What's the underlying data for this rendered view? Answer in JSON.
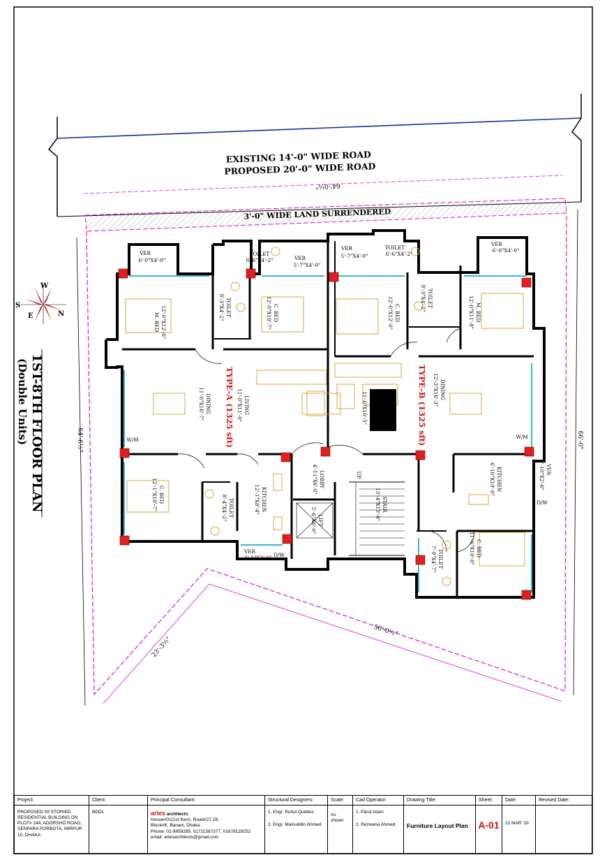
{
  "road": {
    "existing": "EXISTING 14'-0\" WIDE ROAD",
    "proposed": "PROPOSED 20'-0\" WIDE ROAD"
  },
  "site": {
    "surrender": "3'-0\" WIDE LAND SURRENDERED",
    "dim_top": "64'-0½\"",
    "dim_left": "64'-6½\"",
    "dim_right": "66'-0\"",
    "dim_bottom": "50'-0½\"",
    "dim_bottom_left": "23'-3½\""
  },
  "compass": {
    "n": "N",
    "s": "S",
    "e": "E",
    "w": "W"
  },
  "plan_title": {
    "line1": "1ST-8TH FLOOR PLAN",
    "line2": "(Double Units)"
  },
  "units": {
    "a": "TYPE-A (1325 sft)",
    "b": "TYPE-B (1325 sft)"
  },
  "rooms": {
    "ver_tl": {
      "name": "VER",
      "dim": "6'-0\"X4'-0\""
    },
    "toilet_top_a": {
      "name": "TOILET",
      "dim": "6'-6\"X4'-2\""
    },
    "ver_top_a": {
      "name": "VER",
      "dim": "5'-7\"X4'-0\""
    },
    "ver_top_b": {
      "name": "VER",
      "dim": "5'-7\"X4'-0\""
    },
    "toilet_top_b": {
      "name": "TOILET",
      "dim": "6'-6\"X4'-2\""
    },
    "ver_tr": {
      "name": "VER",
      "dim": "6'-0\"X4'-0\""
    },
    "mbed_a": {
      "name": "M. BED",
      "dim": "12'-0\"X12'-0\""
    },
    "toilet_a1": {
      "name": "TOILET",
      "dim": "8'-3\"X4'-2\""
    },
    "cbed_a1": {
      "name": "C. BED",
      "dim": "12'-0\"X10'-7\""
    },
    "cbed_b1": {
      "name": "C. BED",
      "dim": "12'-0\"X12'-0\""
    },
    "toilet_b1": {
      "name": "TOILET",
      "dim": "8'-3\"X4'-2\""
    },
    "mbed_b": {
      "name": "M. BED",
      "dim": "12'-0\"X11'-8\""
    },
    "dining_a": {
      "name": "DINING",
      "dim": "11'-0\"X16'-7\""
    },
    "living_a": {
      "name": "LIVING",
      "dim": "11'-0\"X11'-0\""
    },
    "living_b_dim": "11'-0\"X10'-5\"",
    "dining_b": {
      "name": "DINING",
      "dim": "12'-3\"X16'-3\""
    },
    "wm_a": "W/M",
    "wm_b": "W/M",
    "cbed_a2": {
      "name": "C. BED",
      "dim": "12'-1\"X10'-7\""
    },
    "toilet_a2": {
      "name": "TOILET",
      "dim": "8'-4\"X4'-2\""
    },
    "kitchen_a": {
      "name": "KITCHEN",
      "dim": "12'-1\"X8'-4\""
    },
    "lobby": {
      "name": "LOBBY",
      "dim": "4'-11\"X6'-0\""
    },
    "lift": {
      "name": "LIFT",
      "dim": "5'-6\"X6'-0\""
    },
    "stair": {
      "name": "STAIR",
      "dim": "13'-4\"X10'-0\""
    },
    "up": "UP",
    "ver_a_bottom": {
      "name": "VER",
      "dim": "6'-5\"X2'-6\""
    },
    "dw_a": "D/W",
    "kitchen_b": {
      "name": "KITCHEN",
      "dim": "6'-10\"X10'-0\""
    },
    "ver_b_right": {
      "name": "VER",
      "dim": "6'-10\"X2'-6\""
    },
    "dw_b": "D/W",
    "toilet_b2": {
      "name": "TOILET",
      "dim": "7'-9\"X4'-7\""
    },
    "cbed_b2": {
      "name": "C. BED",
      "dim": "11'-6\"X10'-0\""
    }
  },
  "title_block": {
    "project_label": "Project:",
    "project_value": "PROPOSED 09 STORIED RESIDENTIAL BUILDING ON PLOT# 244, ADORSHO ROAD, SENPARA PORBOTA, MIRPUR 10, DHAKA.",
    "client_label": "Client:",
    "client_value": "BDDL",
    "consultant_label": "Principal Consultant:",
    "consultant_brand": "aries",
    "consultant_brand_suffix": "architects",
    "consultant_address1": "House#01(1st floor), Road#27,28,",
    "consultant_address2": "Block#K, Banani, Dhaka.",
    "consultant_phone": "Phone: 02-9859289, 01711387377, 01678129252",
    "consultant_email": "email: ariesarchitects@gmail.com",
    "structural_label": "Structural Designers:",
    "structural_1": "1. Engr. Ruhul Quddus",
    "structural_2": "2. Engr. Mainuddin Ahmed",
    "scale_label": "Scale:",
    "scale_value": "As shown",
    "cad_label": "Cad Operator:",
    "cad_1": "1. Parul Islam",
    "cad_2": "2. Rezwena Ahmed",
    "drawing_label": "Drawing Title:",
    "drawing_value": "Furniture Layout Plan",
    "sheet_label": "Sheet:",
    "sheet_value": "A-01",
    "date_label": "Date:",
    "date_value": "22 MAR '19",
    "revised_label": "Revised Date:"
  }
}
